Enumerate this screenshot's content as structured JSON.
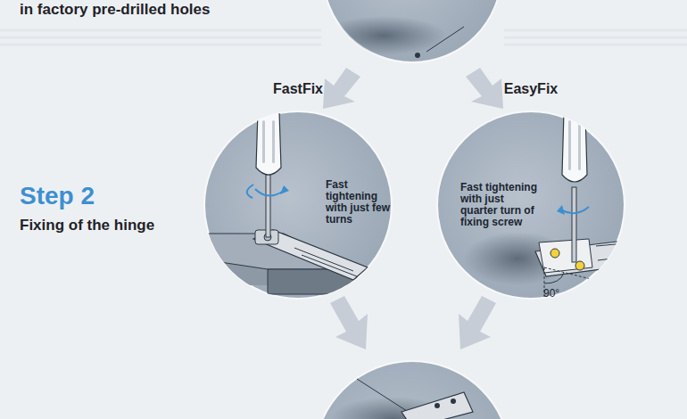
{
  "diagram": {
    "nodes": [
      {
        "text": [
          "FastFix",
          "Fast tightening with just few turns"
        ]
      },
      {
        "text": [
          "EasyFix",
          "Fast tightening with just quarter turn of fixing screw"
        ]
      }
    ],
    "labels": [
      "in factory pre-drilled holes",
      "Step 2",
      "Fixing of the hinge",
      "90°"
    ]
  }
}
